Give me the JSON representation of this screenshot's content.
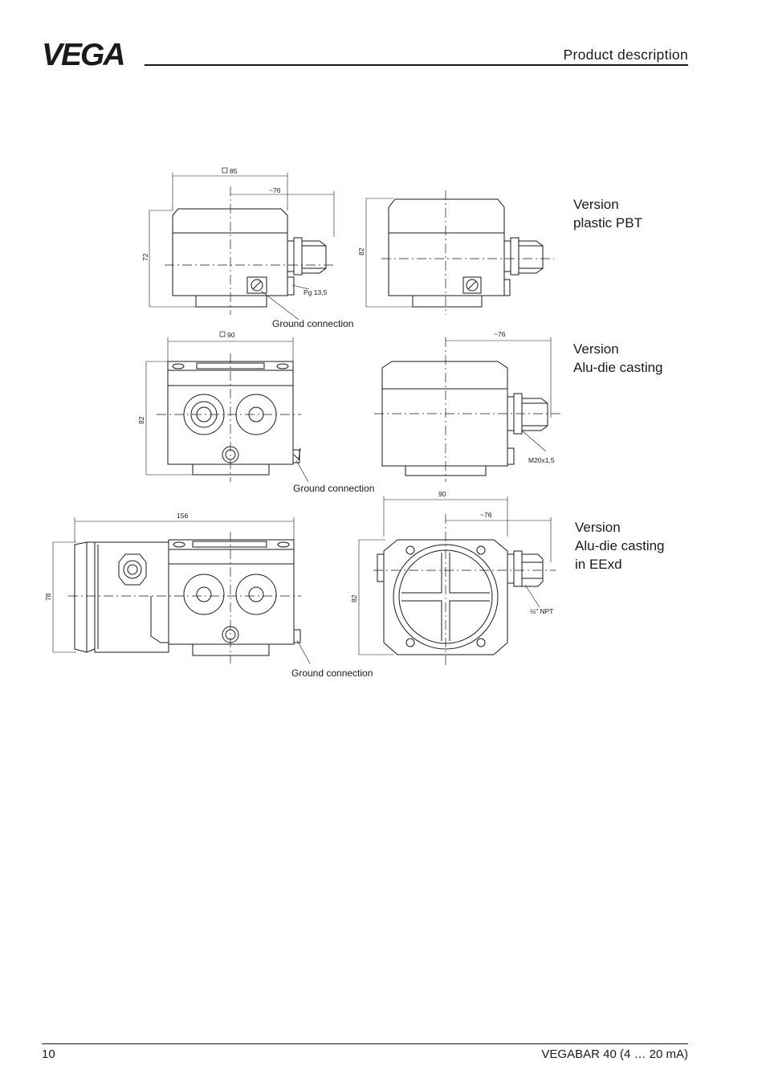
{
  "header": {
    "logo_text": "VEGA",
    "section_title": "Product description"
  },
  "versions": [
    {
      "lines": [
        "Version",
        "plastic PBT"
      ]
    },
    {
      "lines": [
        "Version",
        "Alu-die casting"
      ]
    },
    {
      "lines": [
        "Version",
        "Alu-die casting",
        "in EExd"
      ]
    }
  ],
  "drawing": {
    "plastic": {
      "square_label": "85",
      "width_label": "~76",
      "height_label": "72",
      "height_label_side": "82",
      "thread_label": "Pg 13,5",
      "ground_label": "Ground connection"
    },
    "alu": {
      "square_label": "90",
      "width_label": "~76",
      "height_label": "82",
      "thread_label": "M20x1,5",
      "ground_label": "Ground connection"
    },
    "eexd": {
      "length_label": "156",
      "height_label": "78",
      "width_label": "90",
      "depth_label": "~76",
      "height_label_side": "82",
      "thread_label": "½\" NPT",
      "ground_label": "Ground connection"
    }
  },
  "footer": {
    "page_number": "10",
    "product_name": "VEGABAR 40 (4 … 20 mA)"
  }
}
